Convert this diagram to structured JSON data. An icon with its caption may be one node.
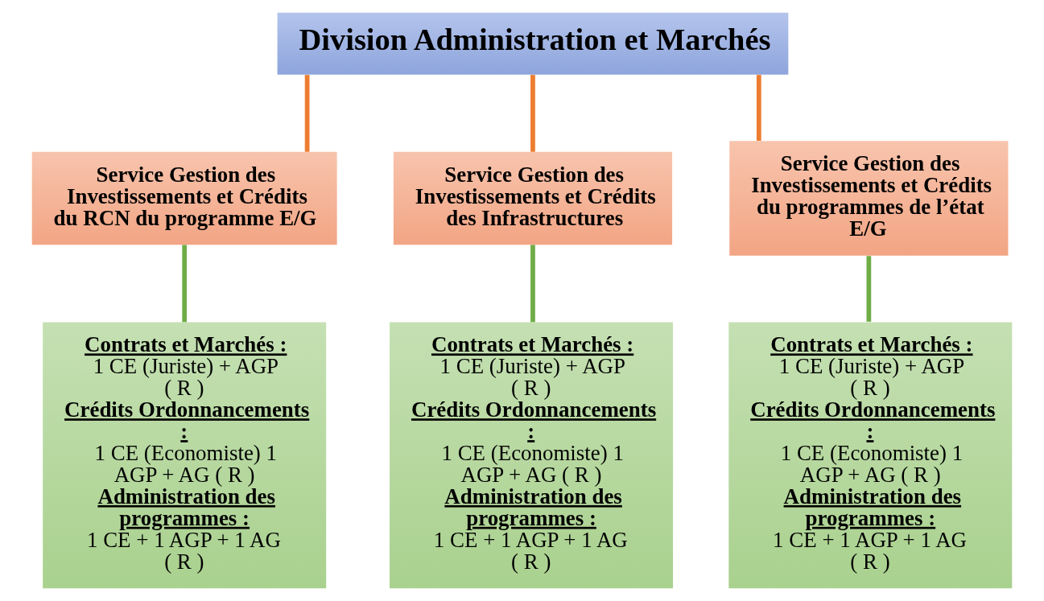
{
  "diagram": {
    "nodes": [
      {
        "text": [
          "Division Administration et Marchés"
        ]
      },
      {
        "text": [
          "Service Gestion des Investissements et Crédits du RCN du programme E/G"
        ]
      },
      {
        "text": [
          "Service Gestion des Investissements et Crédits des Infrastructures"
        ]
      },
      {
        "text": [
          "Service Gestion des Investissements et Crédits du programmes de l’état E/G"
        ]
      },
      {
        "text": [
          "Contrats et Marchés :",
          "1 CE (Juriste) + AGP ( R )",
          "Crédits Ordonnancements :",
          "1 CE (Economiste) 1 AGP + AG ( R )",
          "Administration des programmes :",
          "1 CE + 1 AGP + 1 AG ( R )"
        ]
      },
      {
        "text": [
          "Contrats et Marchés :",
          "1 CE (Juriste) + AGP ( R )",
          "Crédits Ordonnancements :",
          "1 CE (Economiste) 1 AGP + AG ( R )",
          "Administration des programmes :",
          "1 CE + 1 AGP + 1 AG ( R )"
        ]
      },
      {
        "text": [
          "Contrats et Marchés :",
          "1 CE (Juriste) + AGP ( R )",
          "Crédits Ordonnancements :",
          "1 CE (Economiste) 1 AGP + AG ( R )",
          "Administration des programmes :",
          "1 CE + 1 AGP + 1 AG ( R )"
        ]
      }
    ],
    "edges": [
      {
        "from": 0,
        "to": 1,
        "arrow": "none"
      },
      {
        "from": 0,
        "to": 2,
        "arrow": "none"
      },
      {
        "from": 0,
        "to": 3,
        "arrow": "none"
      },
      {
        "from": 1,
        "to": 4,
        "arrow": "none",
        "color": "#70ad47"
      },
      {
        "from": 2,
        "to": 5,
        "arrow": "none",
        "color": "#70ad47"
      },
      {
        "from": 3,
        "to": 6,
        "arrow": "none",
        "color": "#70ad47"
      }
    ]
  }
}
